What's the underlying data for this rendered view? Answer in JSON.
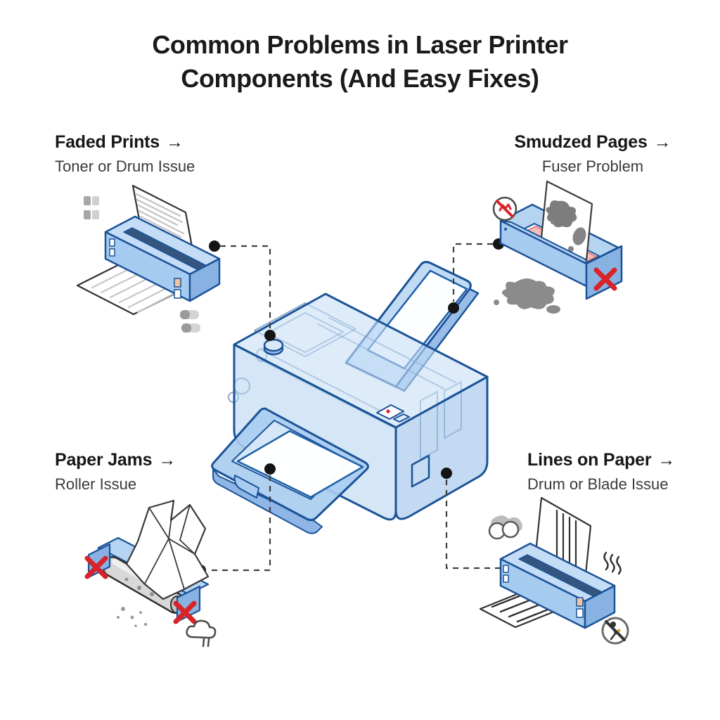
{
  "title": {
    "line1": "Common Problems in Laser Printer",
    "line2": "Components (And Easy Fixes)"
  },
  "ui": {
    "arrow": "→"
  },
  "callouts": {
    "top_left": {
      "problem": "Faded Prints",
      "cause": "Toner or Drum Issue"
    },
    "top_right": {
      "problem": "Smudzed Pages",
      "cause": "Fuser Problem"
    },
    "bottom_left": {
      "problem": "Paper Jams",
      "cause": "Roller Issue"
    },
    "bottom_right": {
      "problem": "Lines on Paper",
      "cause": "Drum or Blade Issue"
    }
  },
  "colors": {
    "background": "#ffffff",
    "outline_blue": "#1b5398",
    "printer_blue_light": "#c8dff6",
    "printer_blue_mid": "#a9cbee",
    "printer_blue_dark": "#88b2e2",
    "paper_white": "#ffffff",
    "faded_text_gray": "#c3c3c3",
    "smudge_gray": "#7d7d7d",
    "alert_red": "#d8232a",
    "fuser_pink": "#f3b6b0",
    "connector_gray": "#404040",
    "title_text": "#1a1a1c",
    "cause_text": "#3a3a3d"
  },
  "icons": {
    "connector_dot": "black circle marker",
    "toner_level_icons": "gray two-segment capsules (low toner)",
    "no_touch_hot_icon": "red crossed circle on fuser",
    "red_x_icon": "red X failure mark",
    "steam_cloud_icon": "cloud outline with vent lines",
    "dust_particles_icon": "scattered gray dots",
    "toner_spill_blob": "gray ink blobs",
    "heat_waves_icon": "three wavy heat lines",
    "no_user_fix_icon": "crossed circle with person",
    "drum_rollers_icon": "gray cloud with two roller circles"
  }
}
